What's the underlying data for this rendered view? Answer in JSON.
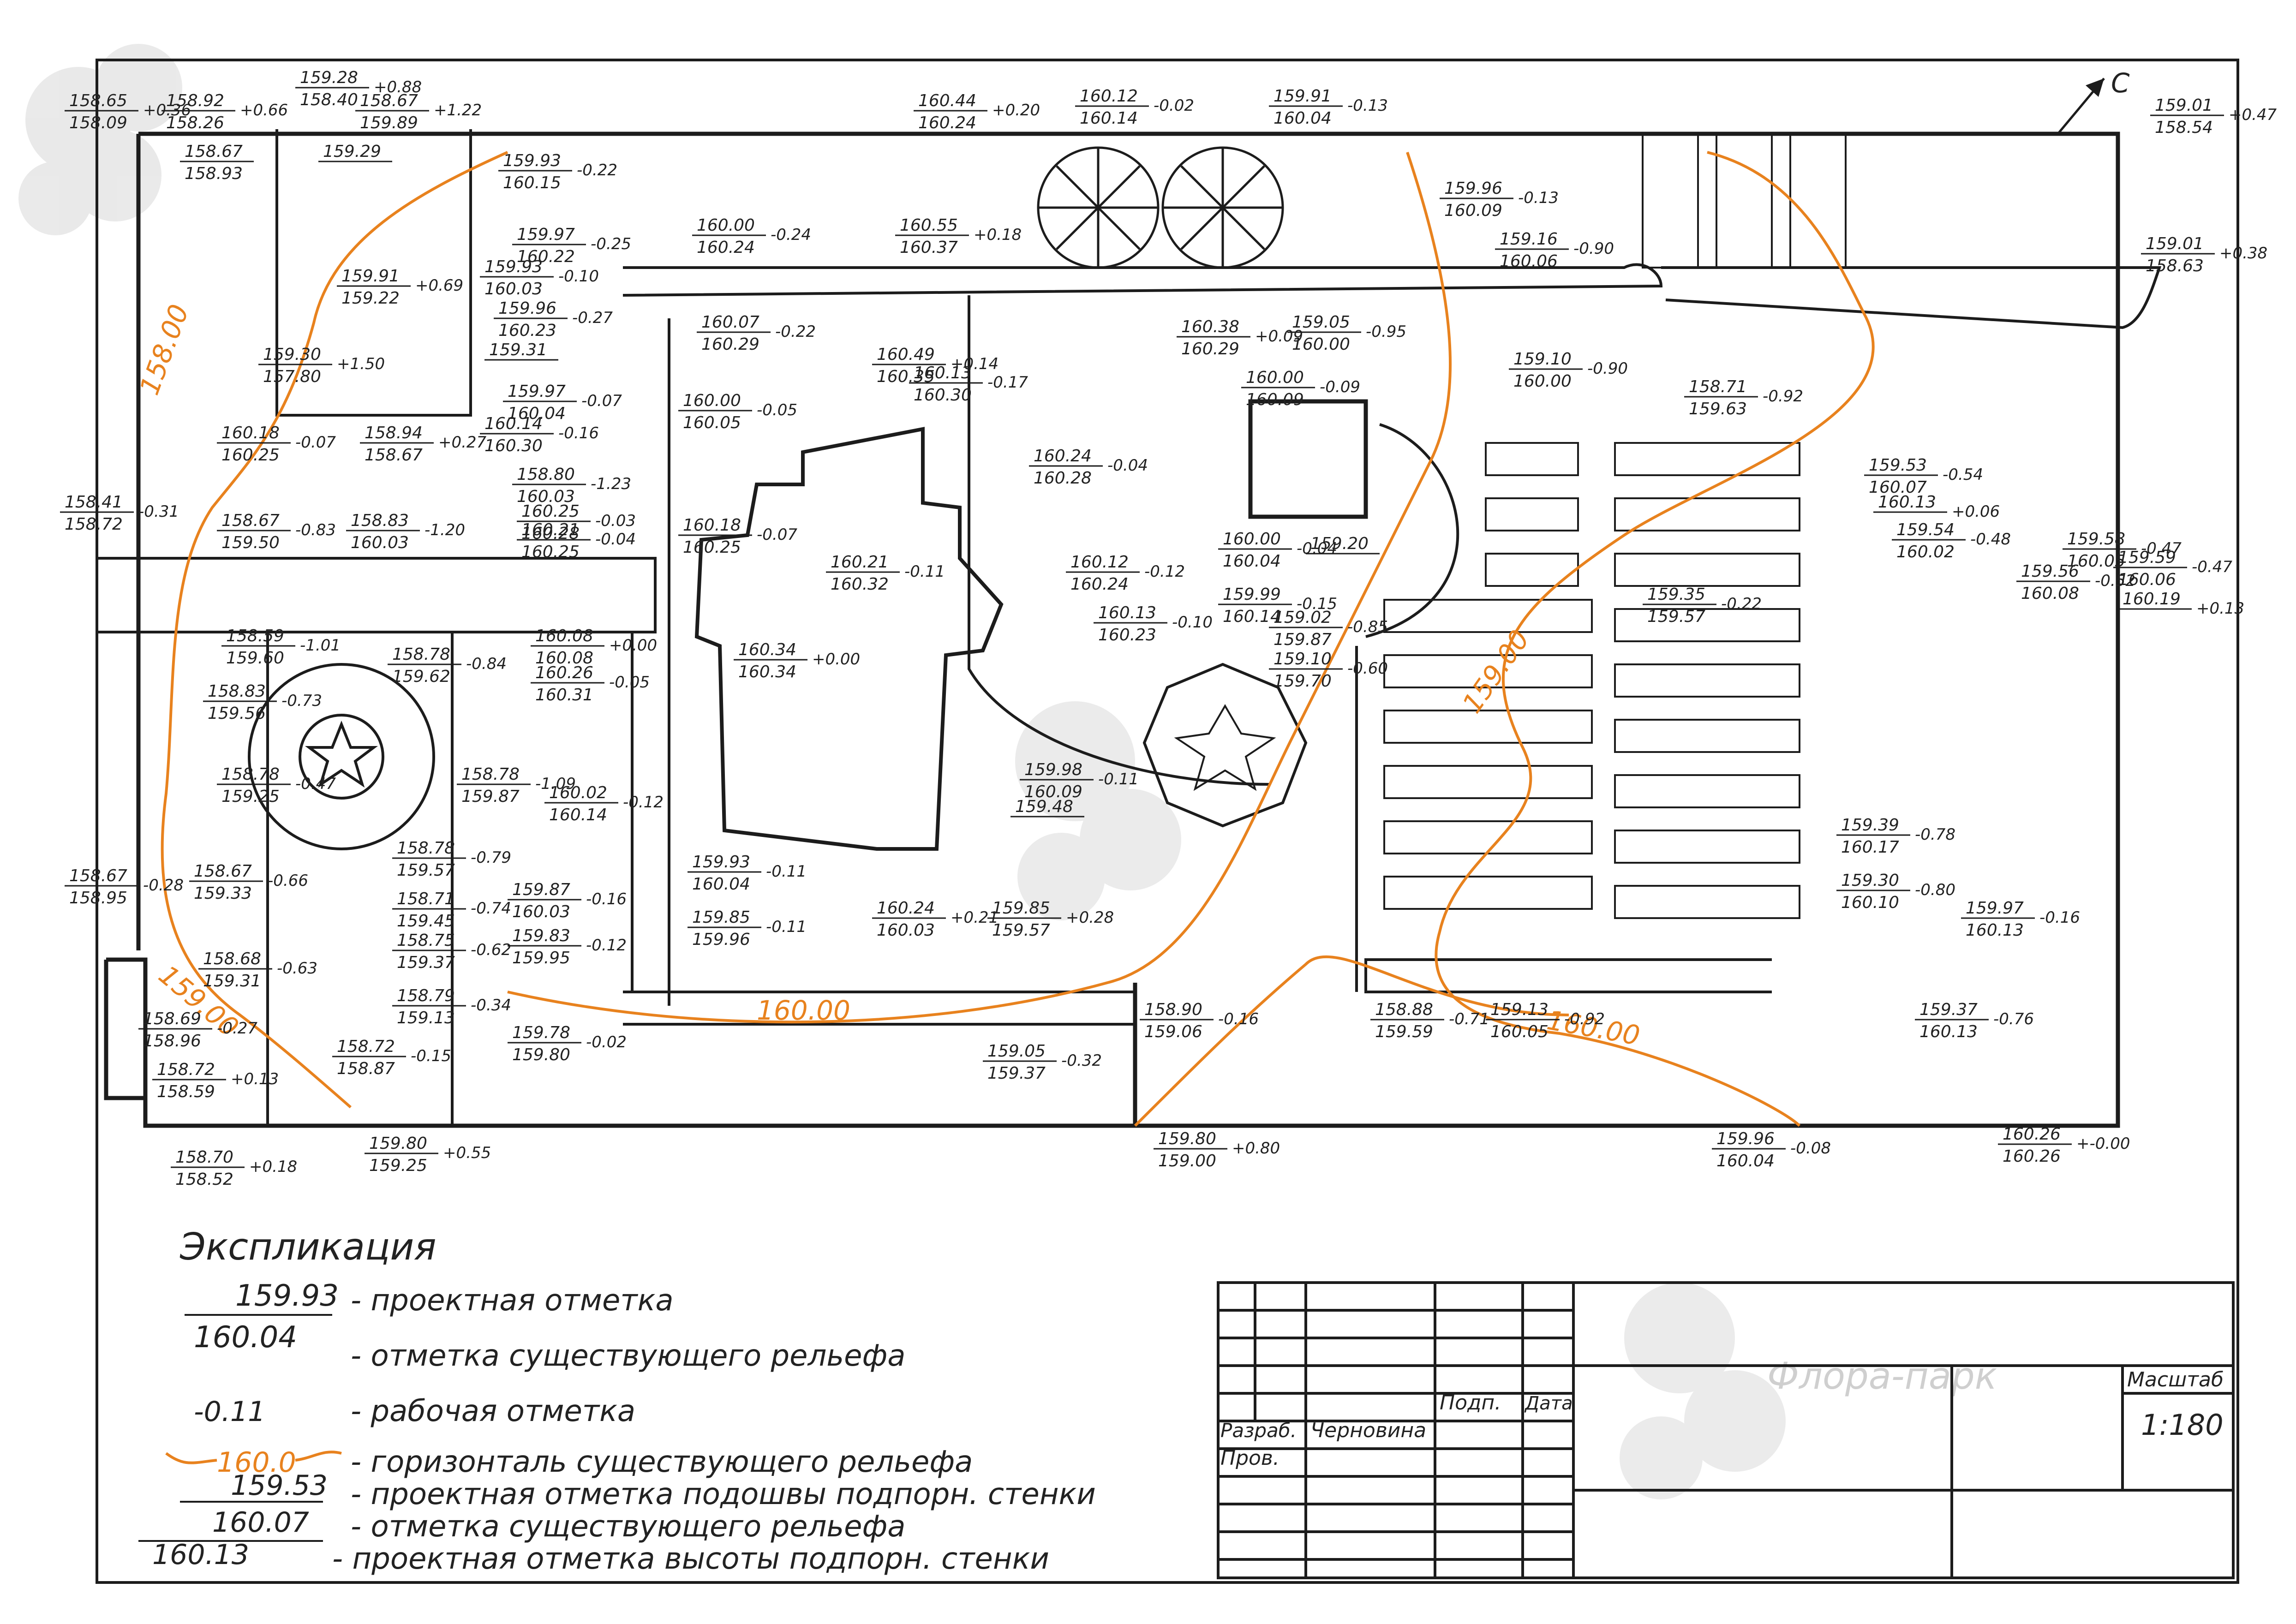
{
  "north_label": "С",
  "contour_labels": [
    "158.00",
    "159.00",
    "160.00",
    "160.00",
    "159.00"
  ],
  "elevations": [
    {
      "top": "158.65",
      "bottom": "158.09",
      "work": "+0.36"
    },
    {
      "top": "158.92",
      "bottom": "158.26",
      "work": "+0.66"
    },
    {
      "top": "159.28",
      "bottom": "158.40",
      "work": "+0.88"
    },
    {
      "top": "158.67",
      "bottom": "159.89",
      "work": "+1.22"
    },
    {
      "top": "158.67",
      "bottom": "158.93",
      "work": ""
    },
    {
      "top": "159.29",
      "bottom": "",
      "work": ""
    },
    {
      "top": "159.93",
      "bottom": "160.15",
      "work": "-0.22"
    },
    {
      "top": "160.44",
      "bottom": "160.24",
      "work": "+0.20"
    },
    {
      "top": "160.12",
      "bottom": "160.14",
      "work": "-0.02"
    },
    {
      "top": "159.91",
      "bottom": "160.04",
      "work": "-0.13"
    },
    {
      "top": "159.01",
      "bottom": "158.54",
      "work": "+0.47"
    },
    {
      "top": "159.96",
      "bottom": "160.09",
      "work": "-0.13"
    },
    {
      "top": "159.16",
      "bottom": "160.06",
      "work": "-0.90"
    },
    {
      "top": "159.01",
      "bottom": "158.63",
      "work": "+0.38"
    },
    {
      "top": "159.97",
      "bottom": "160.22",
      "work": "-0.25"
    },
    {
      "top": "159.93",
      "bottom": "160.03",
      "work": "-0.10"
    },
    {
      "top": "160.00",
      "bottom": "160.24",
      "work": "-0.24"
    },
    {
      "top": "160.55",
      "bottom": "160.37",
      "work": "+0.18"
    },
    {
      "top": "159.91",
      "bottom": "159.22",
      "work": "+0.69"
    },
    {
      "top": "159.96",
      "bottom": "160.23",
      "work": "-0.27"
    },
    {
      "top": "160.07",
      "bottom": "160.29",
      "work": "-0.22"
    },
    {
      "top": "160.49",
      "bottom": "160.35",
      "work": "+0.14"
    },
    {
      "top": "160.13",
      "bottom": "160.30",
      "work": "-0.17"
    },
    {
      "top": "160.38",
      "bottom": "160.29",
      "work": "+0.09"
    },
    {
      "top": "159.05",
      "bottom": "160.00",
      "work": "-0.95"
    },
    {
      "top": "160.00",
      "bottom": "160.09",
      "work": "-0.09"
    },
    {
      "top": "159.10",
      "bottom": "160.00",
      "work": "-0.90"
    },
    {
      "top": "158.71",
      "bottom": "159.63",
      "work": "-0.92"
    },
    {
      "top": "159.30",
      "bottom": "157.80",
      "work": "+1.50"
    },
    {
      "top": "159.31",
      "bottom": "",
      "work": ""
    },
    {
      "top": "159.97",
      "bottom": "160.04",
      "work": "-0.07"
    },
    {
      "top": "160.14",
      "bottom": "160.30",
      "work": "-0.16"
    },
    {
      "top": "160.00",
      "bottom": "160.05",
      "work": "-0.05"
    },
    {
      "top": "160.18",
      "bottom": "160.25",
      "work": "-0.07"
    },
    {
      "top": "158.94",
      "bottom": "158.67",
      "work": "+0.27"
    },
    {
      "top": "158.80",
      "bottom": "160.03",
      "work": "-1.23"
    },
    {
      "top": "160.25",
      "bottom": "160.28",
      "work": "-0.03"
    },
    {
      "top": "160.21",
      "bottom": "160.25",
      "work": "-0.04"
    },
    {
      "top": "160.24",
      "bottom": "160.28",
      "work": "-0.04"
    },
    {
      "top": "158.41",
      "bottom": "158.72",
      "work": "-0.31"
    },
    {
      "top": "158.67",
      "bottom": "159.50",
      "work": "-0.83"
    },
    {
      "top": "158.83",
      "bottom": "160.03",
      "work": "-1.20"
    },
    {
      "top": "160.18",
      "bottom": "160.25",
      "work": "-0.07"
    },
    {
      "top": "160.21",
      "bottom": "160.32",
      "work": "-0.11"
    },
    {
      "top": "160.12",
      "bottom": "160.24",
      "work": "-0.12"
    },
    {
      "top": "160.00",
      "bottom": "160.04",
      "work": "-0.04"
    },
    {
      "top": "159.53",
      "bottom": "160.07",
      "work": "-0.54"
    },
    {
      "top": "160.13",
      "bottom": "",
      "work": "+0.06"
    },
    {
      "top": "159.54",
      "bottom": "160.02",
      "work": "-0.48"
    },
    {
      "top": "159.58",
      "bottom": "160.05",
      "work": "-0.47"
    },
    {
      "top": "159.59",
      "bottom": "160.06",
      "work": "-0.47"
    },
    {
      "top": "159.56",
      "bottom": "160.08",
      "work": "-0.52"
    },
    {
      "top": "160.19",
      "bottom": "",
      "work": "+0.13"
    },
    {
      "top": "159.35",
      "bottom": "159.57",
      "work": "-0.22"
    },
    {
      "top": "159.99",
      "bottom": "160.14",
      "work": "-0.15"
    },
    {
      "top": "160.13",
      "bottom": "160.23",
      "work": "-0.10"
    },
    {
      "top": "159.02",
      "bottom": "159.87",
      "work": "-0.85"
    },
    {
      "top": "159.10",
      "bottom": "159.70",
      "work": "-0.60"
    },
    {
      "top": "159.20",
      "bottom": "",
      "work": ""
    },
    {
      "top": "158.59",
      "bottom": "159.60",
      "work": "-1.01"
    },
    {
      "top": "160.08",
      "bottom": "160.08",
      "work": "+0.00"
    },
    {
      "top": "158.78",
      "bottom": "159.62",
      "work": "-0.84"
    },
    {
      "top": "158.83",
      "bottom": "159.56",
      "work": "-0.73"
    },
    {
      "top": "160.26",
      "bottom": "160.31",
      "work": "-0.05"
    },
    {
      "top": "160.34",
      "bottom": "160.34",
      "work": "+0.00"
    },
    {
      "top": "159.98",
      "bottom": "160.09",
      "work": "-0.11"
    },
    {
      "top": "159.48",
      "bottom": "",
      "work": ""
    },
    {
      "top": "158.78",
      "bottom": "159.25",
      "work": "-0.47"
    },
    {
      "top": "158.78",
      "bottom": "159.87",
      "work": "-1.09"
    },
    {
      "top": "160.02",
      "bottom": "160.14",
      "work": "-0.12"
    },
    {
      "top": "158.78",
      "bottom": "159.57",
      "work": "-0.79"
    },
    {
      "top": "158.67",
      "bottom": "159.33",
      "work": "-0.66"
    },
    {
      "top": "158.67",
      "bottom": "158.95",
      "work": "-0.28"
    },
    {
      "top": "158.71",
      "bottom": "159.45",
      "work": "-0.74"
    },
    {
      "top": "159.93",
      "bottom": "160.04",
      "work": "-0.11"
    },
    {
      "top": "159.87",
      "bottom": "160.03",
      "work": "-0.16"
    },
    {
      "top": "159.85",
      "bottom": "159.96",
      "work": "-0.11"
    },
    {
      "top": "160.24",
      "bottom": "160.03",
      "work": "+0.21"
    },
    {
      "top": "159.85",
      "bottom": "159.57",
      "work": "+0.28"
    },
    {
      "top": "159.39",
      "bottom": "160.17",
      "work": "-0.78"
    },
    {
      "top": "159.30",
      "bottom": "160.10",
      "work": "-0.80"
    },
    {
      "top": "159.97",
      "bottom": "160.13",
      "work": "-0.16"
    },
    {
      "top": "158.68",
      "bottom": "159.31",
      "work": "-0.63"
    },
    {
      "top": "158.75",
      "bottom": "159.37",
      "work": "-0.62"
    },
    {
      "top": "159.83",
      "bottom": "159.95",
      "work": "-0.12"
    },
    {
      "top": "158.79",
      "bottom": "159.13",
      "work": "-0.34"
    },
    {
      "top": "158.69",
      "bottom": "158.96",
      "work": "-0.27"
    },
    {
      "top": "158.72",
      "bottom": "158.59",
      "work": "+0.13"
    },
    {
      "top": "158.72",
      "bottom": "158.87",
      "work": "-0.15"
    },
    {
      "top": "159.78",
      "bottom": "159.80",
      "work": "-0.02"
    },
    {
      "top": "159.05",
      "bottom": "159.37",
      "work": "-0.32"
    },
    {
      "top": "158.90",
      "bottom": "159.06",
      "work": "-0.16"
    },
    {
      "top": "158.88",
      "bottom": "159.59",
      "work": "-0.71"
    },
    {
      "top": "159.13",
      "bottom": "160.05",
      "work": "-0.92"
    },
    {
      "top": "159.37",
      "bottom": "160.13",
      "work": "-0.76"
    },
    {
      "top": "158.70",
      "bottom": "158.52",
      "work": "+0.18"
    },
    {
      "top": "159.80",
      "bottom": "159.25",
      "work": "+0.55"
    },
    {
      "top": "159.80",
      "bottom": "159.00",
      "work": "+0.80"
    },
    {
      "top": "159.96",
      "bottom": "160.04",
      "work": "-0.08"
    },
    {
      "top": "160.26",
      "bottom": "160.26",
      "work": "+-0.00"
    }
  ],
  "legend": {
    "title": "Экспликация",
    "items": [
      {
        "sample": "159.93",
        "text": "- проектная отметка"
      },
      {
        "sample": "160.04",
        "text": "- отметка существующего рельефа"
      },
      {
        "sample": "-0.11",
        "text": "- рабочая отметка"
      },
      {
        "sample": "160.0",
        "text": "- горизонталь существующего рельефа"
      },
      {
        "sample": "159.53",
        "text": "- проектная отметка подошвы подпорн. стенки"
      },
      {
        "sample": "160.07",
        "text": "- отметка существующего рельефа"
      },
      {
        "sample": "160.13",
        "text": "- проектная отметка высоты подпорн. стенки"
      }
    ]
  },
  "title_block": {
    "sign_label": "Подп.",
    "date_label": "Дата",
    "developer_label": "Разраб.",
    "developer_name": "Черновина",
    "checked_label": "Пров.",
    "scale_label": "Масштаб",
    "scale_value": "1:180"
  },
  "watermark": "Флора-парк",
  "colors": {
    "ink": "#1c1c1c",
    "contour": "#e8821e",
    "watermark": "#d0d0d0"
  }
}
